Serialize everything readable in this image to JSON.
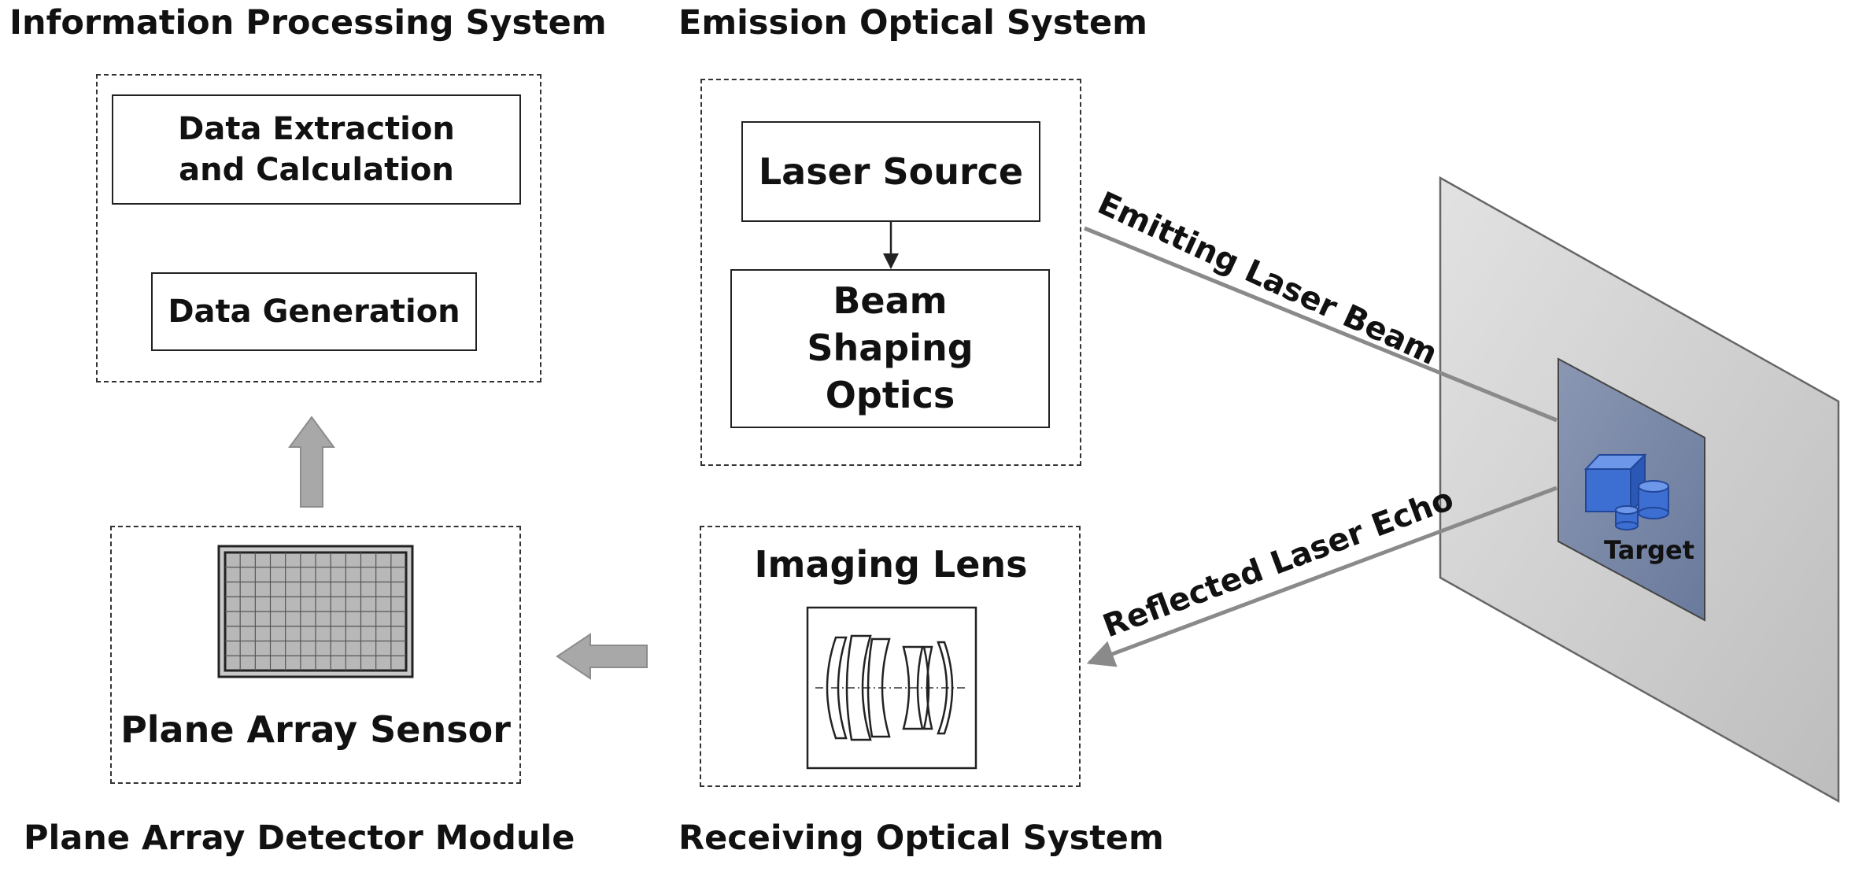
{
  "sections": {
    "info_processing": "Information Processing System",
    "emission": "Emission Optical  System",
    "detector_module": "Plane Array Detector Module",
    "receiving": "Receiving Optical  System"
  },
  "boxes": {
    "data_extraction": "Data Extraction and Calculation",
    "data_generation": "Data Generation",
    "laser_source": "Laser Source",
    "beam_shaping": "Beam Shaping Optics",
    "imaging_lens": "Imaging Lens",
    "plane_array_sensor": "Plane Array Sensor"
  },
  "beams": {
    "emitting": "Emitting Laser Beam",
    "reflected": "Reflected Laser Echo"
  },
  "target": {
    "label": "Target"
  },
  "colors": {
    "beam": "#8a8a8a",
    "block_arrow": "#a8a8a8",
    "target_blue": "#3c6fd1",
    "panel_gray": "#cfcfcf",
    "target_panel": "#7a89a8"
  }
}
